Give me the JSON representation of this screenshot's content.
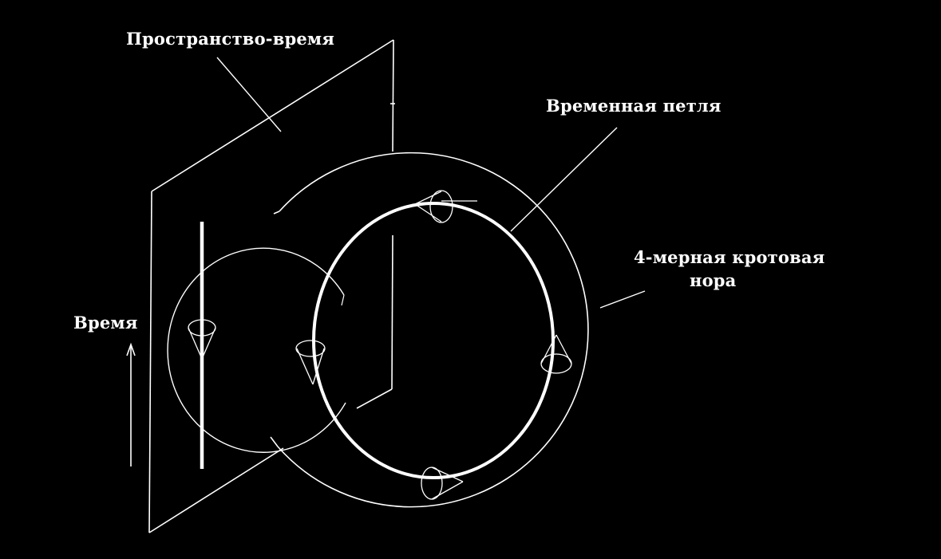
{
  "labels": {
    "spacetime": "Пространство-время",
    "time_loop": "Временная петля",
    "wormhole_line1": "4-мерная кротовая",
    "wormhole_line2": "нора",
    "time_axis": "Время"
  },
  "colors": {
    "background": "#000000",
    "stroke": "#ffffff"
  }
}
